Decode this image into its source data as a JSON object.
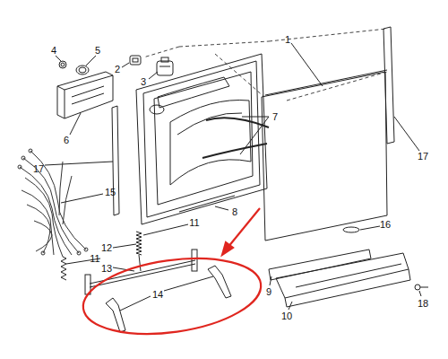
{
  "diagram": {
    "labels": [
      "4",
      "5",
      "2",
      "3",
      "1",
      "7",
      "17",
      "6",
      "17",
      "15",
      "8",
      "11",
      "16",
      "12",
      "11",
      "13",
      "14",
      "9",
      "10",
      "18"
    ]
  }
}
